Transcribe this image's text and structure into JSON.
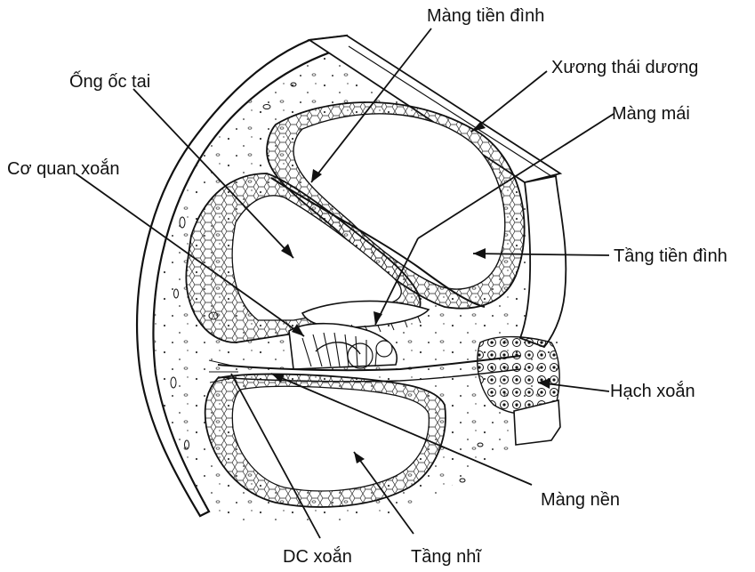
{
  "labels": {
    "vestibular_membrane": "Màng tiền đình",
    "temporal_bone": "Xương thái dương",
    "cochlear_duct": "Ống ốc tai",
    "tectorial_membrane": "Màng mái",
    "organ_of_corti": "Cơ quan xoắn",
    "scala_vestibuli": "Tầng tiền đình",
    "spiral_ganglion": "Hạch xoắn",
    "basilar_membrane": "Màng nền",
    "spiral_ligament": "DC xoắn",
    "scala_tympani": "Tầng nhĩ"
  },
  "colors": {
    "ink": "#111111",
    "bone_fill": "#f4f4f0",
    "tissue_fill": "#e6e6e0",
    "cavity_fill": "#ffffff"
  }
}
